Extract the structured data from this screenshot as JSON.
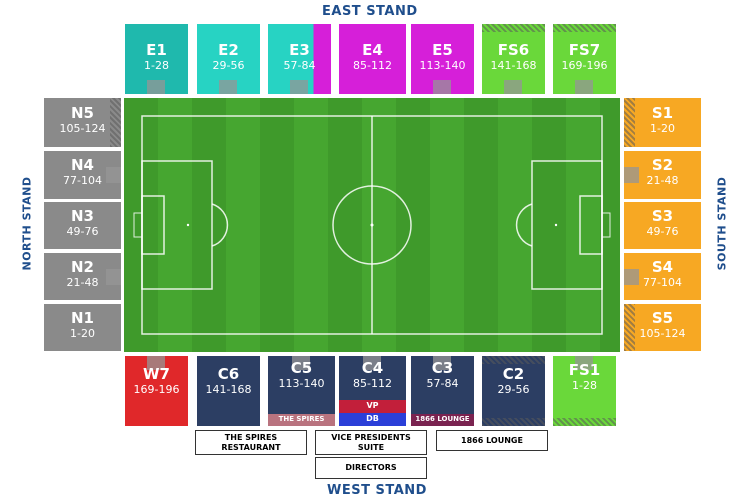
{
  "stands": {
    "east": "EAST STAND",
    "west": "WEST STAND",
    "north": "NORTH STAND",
    "south": "SOUTH STAND"
  },
  "blocks": {
    "E1": {
      "code": "E1",
      "range": "1-28"
    },
    "E2": {
      "code": "E2",
      "range": "29-56"
    },
    "E3": {
      "code": "E3",
      "range": "57-84"
    },
    "E4": {
      "code": "E4",
      "range": "85-112"
    },
    "E5": {
      "code": "E5",
      "range": "113-140"
    },
    "FS6": {
      "code": "FS6",
      "range": "141-168"
    },
    "FS7": {
      "code": "FS7",
      "range": "169-196"
    },
    "N5": {
      "code": "N5",
      "range": "105-124"
    },
    "N4": {
      "code": "N4",
      "range": "77-104"
    },
    "N3": {
      "code": "N3",
      "range": "49-76"
    },
    "N2": {
      "code": "N2",
      "range": "21-48"
    },
    "N1": {
      "code": "N1",
      "range": "1-20"
    },
    "S1": {
      "code": "S1",
      "range": "1-20"
    },
    "S2": {
      "code": "S2",
      "range": "21-48"
    },
    "S3": {
      "code": "S3",
      "range": "49-76"
    },
    "S4": {
      "code": "S4",
      "range": "77-104"
    },
    "S5": {
      "code": "S5",
      "range": "105-124"
    },
    "W7": {
      "code": "W7",
      "range": "169-196"
    },
    "C6": {
      "code": "C6",
      "range": "141-168"
    },
    "C5": {
      "code": "C5",
      "range": "113-140"
    },
    "C4": {
      "code": "C4",
      "range": "85-112"
    },
    "C3": {
      "code": "C3",
      "range": "57-84"
    },
    "C2": {
      "code": "C2",
      "range": "29-56"
    },
    "FS1": {
      "code": "FS1",
      "range": "1-28"
    }
  },
  "sub_labels": {
    "spires": "THE SPIRES",
    "vp": "VP",
    "db": "DB",
    "lounge": "1866 LOUNGE"
  },
  "hospitality": {
    "spires_restaurant": "THE SPIRES\nRESTAURANT",
    "vp_suite": "VICE PRESIDENTS\nSUITE",
    "lounge": "1866 LOUNGE",
    "directors": "DIRECTORS"
  },
  "colors": {
    "teal": "#1fb9ad",
    "cyan": "#27d3c3",
    "magenta": "#d61fd9",
    "green": "#6ad83a",
    "grey": "#8a8a8a",
    "orange": "#f7a823",
    "navy": "#2c3e63",
    "red": "#e0282a",
    "stand_text": "#1f4e8c"
  }
}
